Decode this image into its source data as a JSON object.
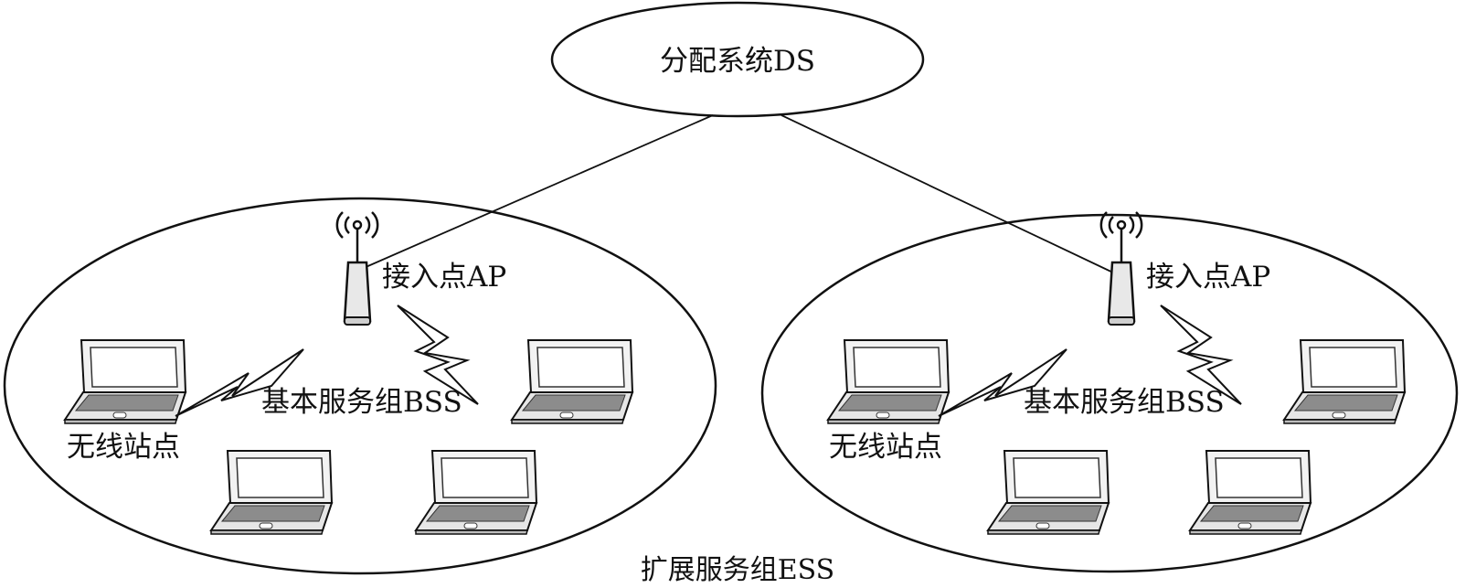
{
  "ds_label": "分配系统DS",
  "ess_label": "扩展服务组ESS",
  "cells": [
    {
      "ap_label": "接入点AP",
      "bss_label": "基本服务组BSS",
      "station_label": "无线站点"
    },
    {
      "ap_label": "接入点AP",
      "bss_label": "基本服务组BSS",
      "station_label": "无线站点"
    }
  ],
  "colors": {
    "stroke": "#111111",
    "laptop_body": "#e9e9e9",
    "laptop_screen": "#ffffff",
    "keyboard": "#8c8c8c"
  },
  "icons": [
    "antenna-icon",
    "laptop-icon",
    "lightning-icon"
  ]
}
